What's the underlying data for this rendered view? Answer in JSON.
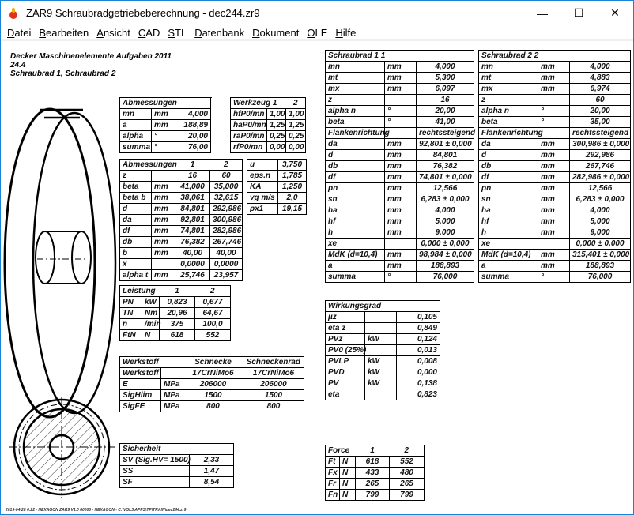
{
  "window": {
    "title": "ZAR9  Schraubradgetriebeberechnung  -  dec244.zr9",
    "minimize": "—",
    "maximize": "☐",
    "close": "✕"
  },
  "menu": [
    "Datei",
    "Bearbeiten",
    "Ansicht",
    "CAD",
    "STL",
    "Datenbank",
    "Dokument",
    "OLE",
    "Hilfe"
  ],
  "header": {
    "line1": "Decker Maschinenelemente Aufgaben 2011",
    "line2": "24.4",
    "line3": "Schraubrad 1, Schraubrad 2"
  },
  "tables": {
    "abm1": {
      "hdr": [
        "Abmessungen",
        "",
        "",
        ""
      ],
      "rows": [
        [
          "mn",
          "mm",
          "4,000"
        ],
        [
          "a",
          "mm",
          "188,89"
        ],
        [
          "alpha",
          "°",
          "20,00"
        ],
        [
          "summa",
          "°",
          "76,00"
        ]
      ]
    },
    "werkzeug": {
      "hdr": [
        "Werkzeug 1",
        "",
        "2"
      ],
      "rows": [
        [
          "hfP0/mn",
          "1,00",
          "1,00"
        ],
        [
          "haP0/mn",
          "1,25",
          "1,25"
        ],
        [
          "raP0/mn",
          "0,25",
          "0,25"
        ],
        [
          "rfP0/mn",
          "0,00",
          "0,00"
        ]
      ]
    },
    "abm2": {
      "hdr": [
        "Abmessungen",
        "",
        "1",
        "2"
      ],
      "rows": [
        [
          "z",
          "",
          "16",
          "60"
        ],
        [
          "beta",
          "mm",
          "41,000",
          "35,000"
        ],
        [
          "beta b",
          "mm",
          "38,061",
          "32,615"
        ],
        [
          "d",
          "mm",
          "84,801",
          "292,986"
        ],
        [
          "da",
          "mm",
          "92,801",
          "300,986"
        ],
        [
          "df",
          "mm",
          "74,801",
          "282,986"
        ],
        [
          "db",
          "mm",
          "76,382",
          "267,746"
        ],
        [
          "b",
          "mm",
          "40,00",
          "40,00"
        ],
        [
          "x",
          "",
          "0,0000",
          "0,0000"
        ],
        [
          "alpha t",
          "mm",
          "25,746",
          "23,957"
        ]
      ]
    },
    "misc": {
      "rows": [
        [
          "u",
          "3,750"
        ],
        [
          "eps.n",
          "1,785"
        ],
        [
          "KA",
          "1,250"
        ],
        [
          "vg m/s",
          "2,0"
        ],
        [
          "px1",
          "19,15"
        ]
      ]
    },
    "leistung": {
      "hdr": [
        "Leistung",
        "",
        "1",
        "2"
      ],
      "rows": [
        [
          "PN",
          "kW",
          "0,823",
          "0,677"
        ],
        [
          "TN",
          "Nm",
          "20,96",
          "64,67"
        ],
        [
          "n",
          "/min",
          "375",
          "100,0"
        ],
        [
          "FtN",
          "N",
          "618",
          "552"
        ]
      ]
    },
    "werkstoff": {
      "hdr": [
        "Werkstoff",
        "",
        "Schnecke",
        "Schneckenrad"
      ],
      "rows": [
        [
          "Werkstoff",
          "",
          "17CrNiMo6",
          "17CrNiMo6"
        ],
        [
          "E",
          "MPa",
          "206000",
          "206000"
        ],
        [
          "SigHlim",
          "MPa",
          "1500",
          "1500"
        ],
        [
          "SigFE",
          "MPa",
          "800",
          "800"
        ]
      ]
    },
    "sicherheit": {
      "hdr": [
        "Sicherheit",
        ""
      ],
      "rows": [
        [
          "SV (Sig.HV= 1500)",
          "2,33"
        ],
        [
          "SS",
          "1,47"
        ],
        [
          "SF",
          "8,54"
        ]
      ]
    },
    "rad1": {
      "hdr": [
        "Schraubrad 1 1",
        "",
        ""
      ],
      "rows": [
        [
          "mn",
          "mm",
          "4,000"
        ],
        [
          "mt",
          "mm",
          "5,300"
        ],
        [
          "mx",
          "mm",
          "6,097"
        ],
        [
          "z",
          "",
          "16"
        ],
        [
          "alpha n",
          "°",
          "20,00"
        ],
        [
          "beta",
          "°",
          "41,00"
        ],
        [
          "Flankenrichtung",
          "",
          "rechtssteigend"
        ],
        [
          "da",
          "mm",
          "92,801 ± 0,000"
        ],
        [
          "d",
          "mm",
          "84,801"
        ],
        [
          "db",
          "mm",
          "76,382"
        ],
        [
          "df",
          "mm",
          "74,801 ± 0,000"
        ],
        [
          "pn",
          "mm",
          "12,566"
        ],
        [
          "sn",
          "mm",
          "6,283 ± 0,000"
        ],
        [
          "ha",
          "mm",
          "4,000"
        ],
        [
          "hf",
          "mm",
          "5,000"
        ],
        [
          "h",
          "mm",
          "9,000"
        ],
        [
          "xe",
          "",
          "0,000 ± 0,000"
        ],
        [
          "MdK (d=10,4)",
          "mm",
          "98,984 ± 0,000"
        ],
        [
          "a",
          "mm",
          "188,893"
        ],
        [
          "summa",
          "°",
          "76,000"
        ]
      ]
    },
    "rad2": {
      "hdr": [
        "Schraubrad 2 2",
        "",
        ""
      ],
      "rows": [
        [
          "mn",
          "mm",
          "4,000"
        ],
        [
          "mt",
          "mm",
          "4,883"
        ],
        [
          "mx",
          "mm",
          "6,974"
        ],
        [
          "z",
          "",
          "60"
        ],
        [
          "alpha n",
          "°",
          "20,00"
        ],
        [
          "beta",
          "°",
          "35,00"
        ],
        [
          "Flankenrichtung",
          "",
          "rechtssteigend"
        ],
        [
          "da",
          "mm",
          "300,986 ± 0,000"
        ],
        [
          "d",
          "mm",
          "292,986"
        ],
        [
          "db",
          "mm",
          "267,746"
        ],
        [
          "df",
          "mm",
          "282,986 ± 0,000"
        ],
        [
          "pn",
          "mm",
          "12,566"
        ],
        [
          "sn",
          "mm",
          "6,283 ± 0,000"
        ],
        [
          "ha",
          "mm",
          "4,000"
        ],
        [
          "hf",
          "mm",
          "5,000"
        ],
        [
          "h",
          "mm",
          "9,000"
        ],
        [
          "xe",
          "",
          "0,000 ± 0,000"
        ],
        [
          "MdK (d=10,4)",
          "mm",
          "315,401 ± 0,000"
        ],
        [
          "a",
          "mm",
          "188,893"
        ],
        [
          "summa",
          "°",
          "76,000"
        ]
      ]
    },
    "wirkung": {
      "hdr": [
        "Wirkungsgrad",
        "",
        ""
      ],
      "rows": [
        [
          "µz",
          "",
          "0,105"
        ],
        [
          "eta z",
          "",
          "0,849"
        ],
        [
          "PVz",
          "kW",
          "0,124"
        ],
        [
          "PV0 (25%)",
          "",
          "0,013"
        ],
        [
          "PVLP",
          "kW",
          "0,008"
        ],
        [
          "PVD",
          "kW",
          "0,000"
        ],
        [
          "PV",
          "kW",
          "0,138"
        ],
        [
          "eta",
          "",
          "0,823"
        ]
      ]
    },
    "force": {
      "hdr": [
        "Force",
        "",
        "1",
        "2"
      ],
      "rows": [
        [
          "Ft",
          "N",
          "618",
          "552"
        ],
        [
          "Fx",
          "N",
          "433",
          "480"
        ],
        [
          "Fr",
          "N",
          "265",
          "265"
        ],
        [
          "Fn",
          "N",
          "799",
          "799"
        ]
      ]
    }
  },
  "footer": "2019-04-28 6:22 - HEXAGON ZAR9 V1.0 80000 - HEXAGON - C:\\VOL3\\APPS\\TP\\TRAIN\\dec244.zr9"
}
